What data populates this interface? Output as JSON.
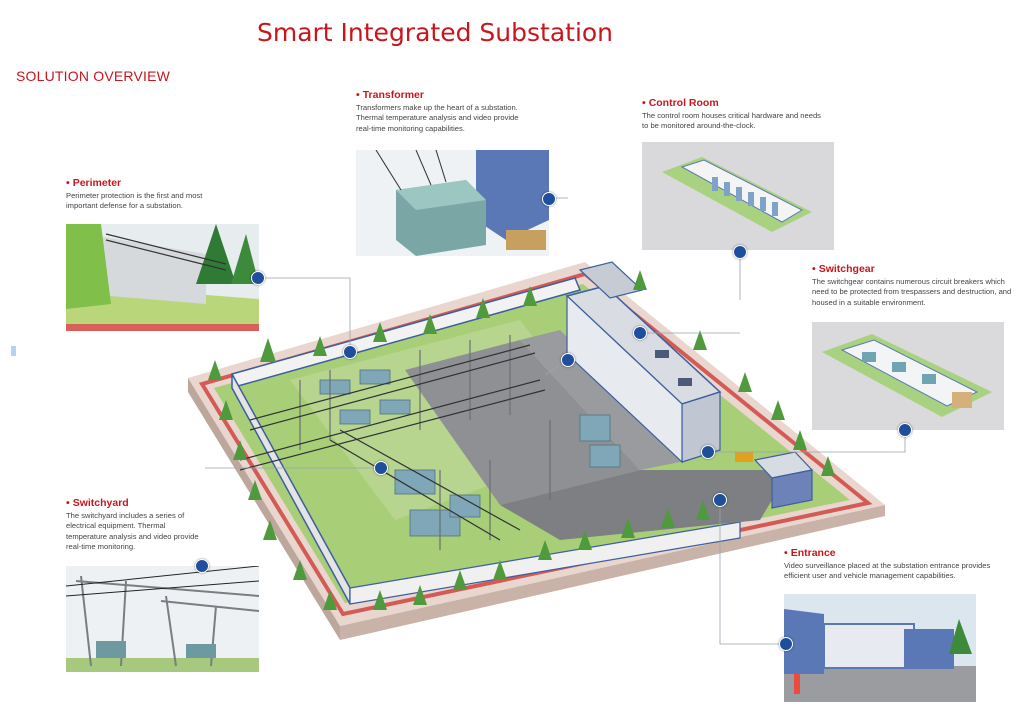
{
  "title": "Smart Integrated Substation",
  "subtitle": "SOLUTION OVERVIEW",
  "accent": "#c8161d",
  "marker_color": "#1f4e9c",
  "callouts": {
    "transformer": {
      "title": "Transformer",
      "text": "Transformers make up the heart of a substation. Thermal temperature analysis and video provide real-time monitoring capabilities."
    },
    "control_room": {
      "title": "Control Room",
      "text": "The control room houses critical hardware and needs to be monitored around-the-clock."
    },
    "perimeter": {
      "title": "Perimeter",
      "text": "Perimeter protection is the first and most important defense for a substation."
    },
    "switchgear": {
      "title": "Switchgear",
      "text": "The switchgear contains numerous circuit breakers which need to be protected from trespassers and destruction, and housed in a suitable environment."
    },
    "switchyard": {
      "title": "Switchyard",
      "text": "The switchyard includes a series of electrical equipment. Thermal temperature analysis and video provide real-time monitoring."
    },
    "entrance": {
      "title": "Entrance",
      "text": "Video surveillance placed at the substation entrance provides efficient user and vehicle management capabilities."
    }
  }
}
